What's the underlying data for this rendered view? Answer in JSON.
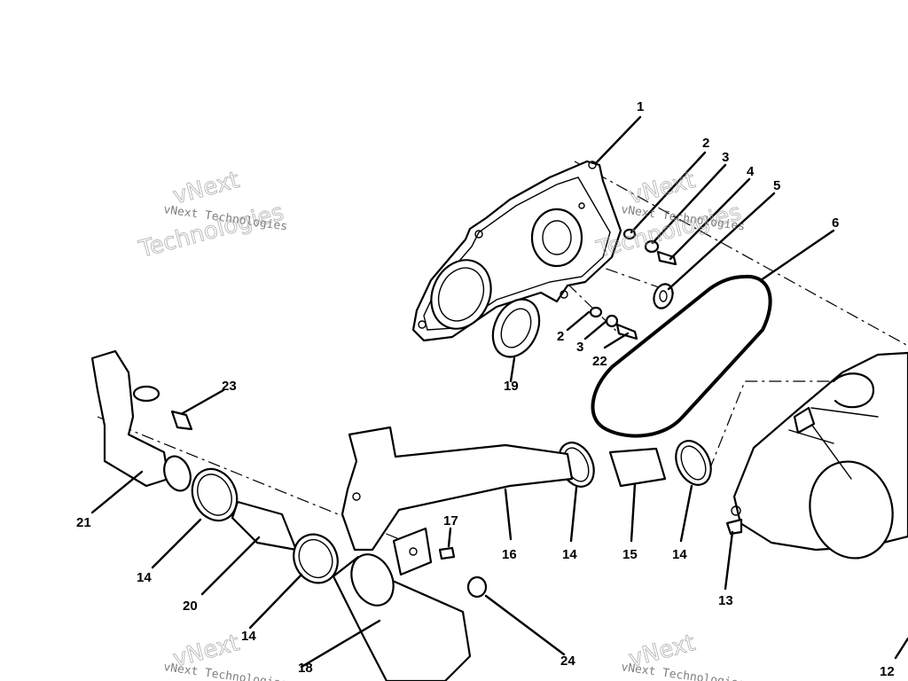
{
  "diagram": {
    "callouts": [
      "1",
      "2",
      "3",
      "4",
      "5",
      "6",
      "2",
      "3",
      "22",
      "19",
      "23",
      "21",
      "14",
      "20",
      "14",
      "18",
      "17",
      "16",
      "14",
      "15",
      "14",
      "24",
      "13",
      "12"
    ]
  },
  "watermark": {
    "company": "vNext Technologies",
    "brand_a": "vNext",
    "brand_b": "Technologies"
  }
}
